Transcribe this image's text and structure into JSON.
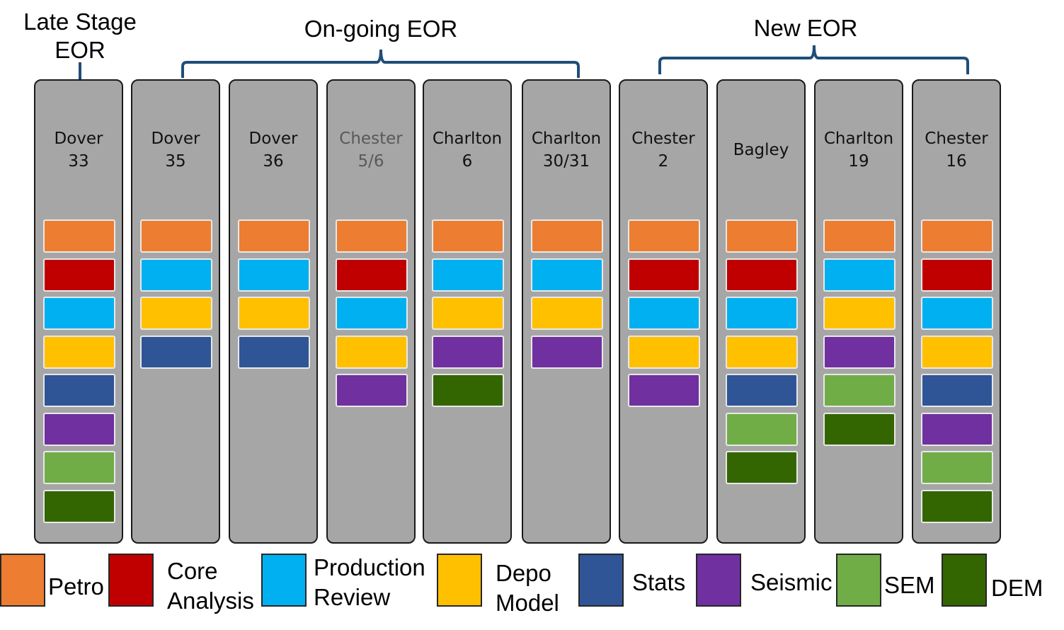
{
  "headers": {
    "late": "Late Stage\nEOR",
    "ongoing": "On-going EOR",
    "new": "New EOR"
  },
  "categories": [
    {
      "key": "petro",
      "label": "Petro",
      "color": "#ed7d31"
    },
    {
      "key": "core",
      "label": "Core\nAnalysis",
      "color": "#c00000"
    },
    {
      "key": "prod",
      "label": "Production\nReview",
      "color": "#00b0f0"
    },
    {
      "key": "depo",
      "label": "Depo\nModel",
      "color": "#ffc000"
    },
    {
      "key": "stats",
      "label": "Stats",
      "color": "#2f5597"
    },
    {
      "key": "seismic",
      "label": "Seismic",
      "color": "#7030a0"
    },
    {
      "key": "sem",
      "label": "SEM",
      "color": "#70ad47"
    },
    {
      "key": "dem",
      "label": "DEM",
      "color": "#336600"
    }
  ],
  "columns": [
    {
      "name": "Dover\n33",
      "group": "late",
      "items": [
        "petro",
        "core",
        "prod",
        "depo",
        "stats",
        "seismic",
        "sem",
        "dem"
      ]
    },
    {
      "name": "Dover\n35",
      "group": "ongoing",
      "items": [
        "petro",
        "prod",
        "depo",
        "stats"
      ]
    },
    {
      "name": "Dover\n36",
      "group": "ongoing",
      "items": [
        "petro",
        "prod",
        "depo",
        "stats"
      ]
    },
    {
      "name": "Chester\n5/6",
      "group": "ongoing",
      "dim": true,
      "items": [
        "petro",
        "core",
        "prod",
        "depo",
        "seismic"
      ]
    },
    {
      "name": "Charlton\n6",
      "group": "ongoing",
      "items": [
        "petro",
        "prod",
        "depo",
        "seismic",
        "dem"
      ]
    },
    {
      "name": "Charlton\n30/31",
      "group": "ongoing",
      "items": [
        "petro",
        "prod",
        "depo",
        "seismic"
      ]
    },
    {
      "name": "Chester\n2",
      "group": "new",
      "items": [
        "petro",
        "core",
        "prod",
        "depo",
        "seismic"
      ]
    },
    {
      "name": "Bagley",
      "group": "new",
      "items": [
        "petro",
        "core",
        "prod",
        "depo",
        "stats",
        "sem",
        "dem"
      ]
    },
    {
      "name": "Charlton\n19",
      "group": "new",
      "items": [
        "petro",
        "prod",
        "depo",
        "seismic",
        "sem",
        "dem"
      ]
    },
    {
      "name": "Chester\n16",
      "group": "new",
      "items": [
        "petro",
        "core",
        "prod",
        "depo",
        "stats",
        "seismic",
        "sem",
        "dem"
      ]
    }
  ]
}
